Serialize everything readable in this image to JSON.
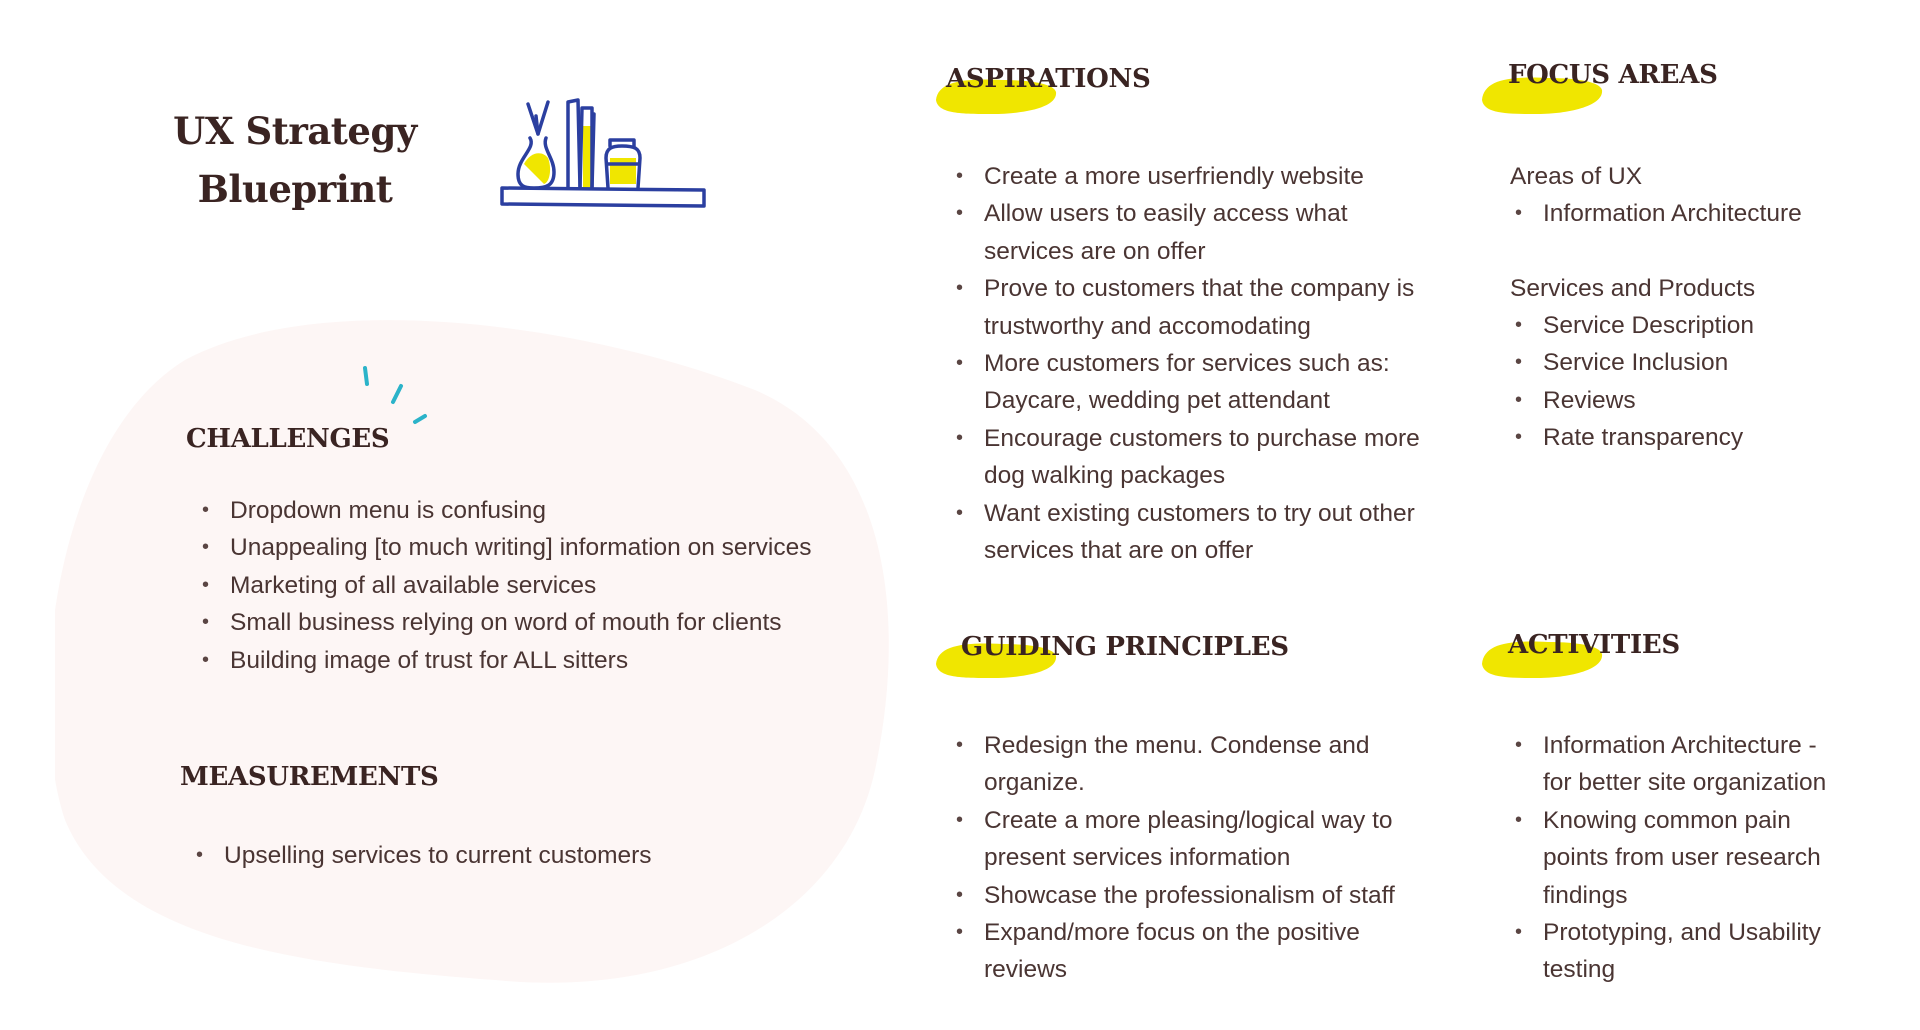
{
  "colors": {
    "text": "#4a3533",
    "heading": "#3a2422",
    "highlight": "#f0e600",
    "blob": "#fdf6f5",
    "illustration": "#2b3fa0",
    "sparkle": "#2bb3c9"
  },
  "title": {
    "line1": "UX Strategy",
    "line2": "Blueprint"
  },
  "icons": {
    "illustration": "bookshelf-illustration-icon",
    "sparkle": "sparkle-icon"
  },
  "challenges": {
    "heading": "CHALLENGES",
    "items": [
      "Dropdown menu is confusing",
      "Unappealing [to much writing] information on services",
      "Marketing of all available services",
      "Small business relying on word of mouth for clients",
      "Building image of trust for ALL sitters"
    ]
  },
  "measurements": {
    "heading": "MEASUREMENTS",
    "items": [
      "Upselling services to current customers"
    ]
  },
  "aspirations": {
    "heading": "ASPIRATIONS",
    "items": [
      "Create a more userfriendly website",
      "Allow users to easily access what services are on offer",
      "Prove to customers that the company is trustworthy and accomodating",
      "More customers for services such as: Daycare, wedding pet attendant",
      "Encourage customers to purchase more dog walking packages",
      "Want existing customers to try out other services that are on offer"
    ]
  },
  "guiding_principles": {
    "heading": "GUIDING PRINCIPLES",
    "items": [
      "Redesign the menu. Condense and organize.",
      "Create a more pleasing/logical way to present services information",
      "Showcase the professionalism of staff",
      "Expand/more focus on the positive reviews"
    ]
  },
  "focus_areas": {
    "heading": "FOCUS AREAS",
    "group1_label": "Areas of UX",
    "group1_items": [
      "Information Architecture"
    ],
    "group2_label": "Services and Products",
    "group2_items": [
      "Service Description",
      "Service Inclusion",
      "Reviews",
      "Rate transparency"
    ]
  },
  "activities": {
    "heading": "ACTIVITIES",
    "items": [
      "Information Architecture - for better site organization",
      "Knowing common pain points from user research findings",
      "Prototyping, and Usability testing"
    ]
  }
}
